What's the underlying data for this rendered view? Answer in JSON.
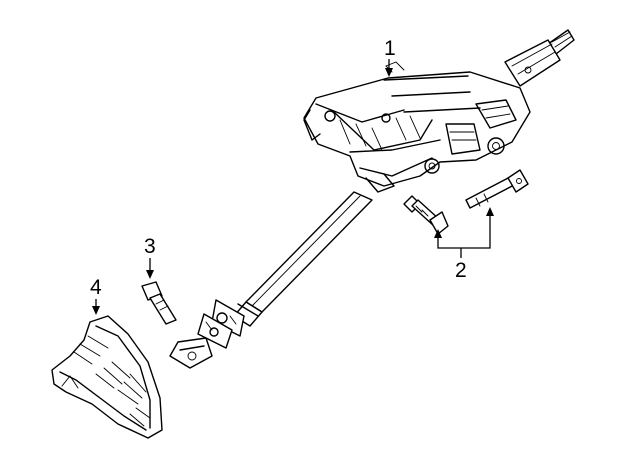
{
  "callouts": {
    "c1": "1",
    "c2": "2",
    "c3": "3",
    "c4": "4"
  },
  "parts": [
    {
      "id": "steering-column",
      "label": "1"
    },
    {
      "id": "column-bolts",
      "label": "2"
    },
    {
      "id": "shaft-bolt",
      "label": "3"
    },
    {
      "id": "boot-seal",
      "label": "4"
    }
  ],
  "colors": {
    "ink": "#000000",
    "background": "#ffffff"
  }
}
